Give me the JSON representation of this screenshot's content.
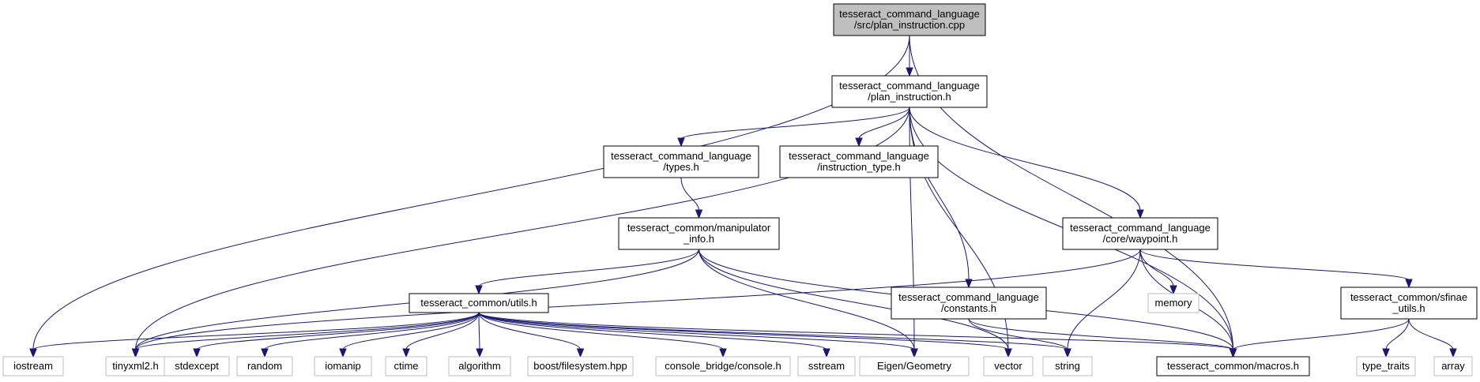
{
  "colors": {
    "edge": "#191970",
    "main_fill": "#bfbfbf",
    "local_border": "#000000",
    "system_border": "#bfbfbf",
    "background": "#ffffff"
  },
  "nodes": [
    {
      "id": "plan_cpp",
      "kind": "main",
      "lines": [
        "tesseract_command_language",
        "/src/plan_instruction.cpp"
      ]
    },
    {
      "id": "plan_h",
      "kind": "local",
      "lines": [
        "tesseract_command_language",
        "/plan_instruction.h"
      ]
    },
    {
      "id": "types_h",
      "kind": "local",
      "lines": [
        "tesseract_command_language",
        "/types.h"
      ]
    },
    {
      "id": "instr_type_h",
      "kind": "local",
      "lines": [
        "tesseract_command_language",
        "/instruction_type.h"
      ]
    },
    {
      "id": "manip_info_h",
      "kind": "local",
      "lines": [
        "tesseract_common/manipulator",
        "_info.h"
      ]
    },
    {
      "id": "waypoint_h",
      "kind": "local",
      "lines": [
        "tesseract_command_language",
        "/core/waypoint.h"
      ]
    },
    {
      "id": "utils_h",
      "kind": "local",
      "lines": [
        "tesseract_common/utils.h"
      ]
    },
    {
      "id": "constants_h",
      "kind": "local",
      "lines": [
        "tesseract_command_language",
        "/constants.h"
      ]
    },
    {
      "id": "memory",
      "kind": "system",
      "lines": [
        "memory"
      ]
    },
    {
      "id": "sfinae_h",
      "kind": "local",
      "lines": [
        "tesseract_common/sfinae",
        "_utils.h"
      ]
    },
    {
      "id": "iostream",
      "kind": "system",
      "lines": [
        "iostream"
      ]
    },
    {
      "id": "tinyxml2",
      "kind": "system",
      "lines": [
        "tinyxml2.h"
      ]
    },
    {
      "id": "stdexcept",
      "kind": "system",
      "lines": [
        "stdexcept"
      ]
    },
    {
      "id": "random",
      "kind": "system",
      "lines": [
        "random"
      ]
    },
    {
      "id": "iomanip",
      "kind": "system",
      "lines": [
        "iomanip"
      ]
    },
    {
      "id": "ctime",
      "kind": "system",
      "lines": [
        "ctime"
      ]
    },
    {
      "id": "algorithm",
      "kind": "system",
      "lines": [
        "algorithm"
      ]
    },
    {
      "id": "boost_fs",
      "kind": "system",
      "lines": [
        "boost/filesystem.hpp"
      ]
    },
    {
      "id": "console_bridge",
      "kind": "system",
      "lines": [
        "console_bridge/console.h"
      ]
    },
    {
      "id": "sstream",
      "kind": "system",
      "lines": [
        "sstream"
      ]
    },
    {
      "id": "eigen",
      "kind": "system",
      "lines": [
        "Eigen/Geometry"
      ]
    },
    {
      "id": "vector",
      "kind": "system",
      "lines": [
        "vector"
      ]
    },
    {
      "id": "string",
      "kind": "system",
      "lines": [
        "string"
      ]
    },
    {
      "id": "macros_h",
      "kind": "local",
      "lines": [
        "tesseract_common/macros.h"
      ]
    },
    {
      "id": "type_traits",
      "kind": "system",
      "lines": [
        "type_traits"
      ]
    },
    {
      "id": "array",
      "kind": "system",
      "lines": [
        "array"
      ]
    }
  ],
  "edges": [
    [
      "plan_cpp",
      "iostream"
    ],
    [
      "plan_cpp",
      "plan_h"
    ],
    [
      "plan_cpp",
      "macros_h"
    ],
    [
      "plan_h",
      "tinyxml2"
    ],
    [
      "plan_h",
      "types_h"
    ],
    [
      "plan_h",
      "instr_type_h"
    ],
    [
      "plan_h",
      "eigen"
    ],
    [
      "plan_h",
      "vector"
    ],
    [
      "plan_h",
      "constants_h"
    ],
    [
      "plan_h",
      "waypoint_h"
    ],
    [
      "plan_h",
      "macros_h"
    ],
    [
      "types_h",
      "manip_info_h"
    ],
    [
      "manip_info_h",
      "utils_h"
    ],
    [
      "manip_info_h",
      "tinyxml2"
    ],
    [
      "manip_info_h",
      "eigen"
    ],
    [
      "manip_info_h",
      "vector"
    ],
    [
      "manip_info_h",
      "macros_h"
    ],
    [
      "waypoint_h",
      "tinyxml2"
    ],
    [
      "waypoint_h",
      "string"
    ],
    [
      "waypoint_h",
      "memory"
    ],
    [
      "waypoint_h",
      "macros_h"
    ],
    [
      "waypoint_h",
      "sfinae_h"
    ],
    [
      "utils_h",
      "iostream"
    ],
    [
      "utils_h",
      "tinyxml2"
    ],
    [
      "utils_h",
      "stdexcept"
    ],
    [
      "utils_h",
      "random"
    ],
    [
      "utils_h",
      "iomanip"
    ],
    [
      "utils_h",
      "ctime"
    ],
    [
      "utils_h",
      "algorithm"
    ],
    [
      "utils_h",
      "boost_fs"
    ],
    [
      "utils_h",
      "console_bridge"
    ],
    [
      "utils_h",
      "sstream"
    ],
    [
      "utils_h",
      "eigen"
    ],
    [
      "utils_h",
      "vector"
    ],
    [
      "utils_h",
      "string"
    ],
    [
      "utils_h",
      "macros_h"
    ],
    [
      "constants_h",
      "string"
    ],
    [
      "constants_h",
      "macros_h"
    ],
    [
      "sfinae_h",
      "macros_h"
    ],
    [
      "sfinae_h",
      "type_traits"
    ],
    [
      "sfinae_h",
      "array"
    ]
  ]
}
